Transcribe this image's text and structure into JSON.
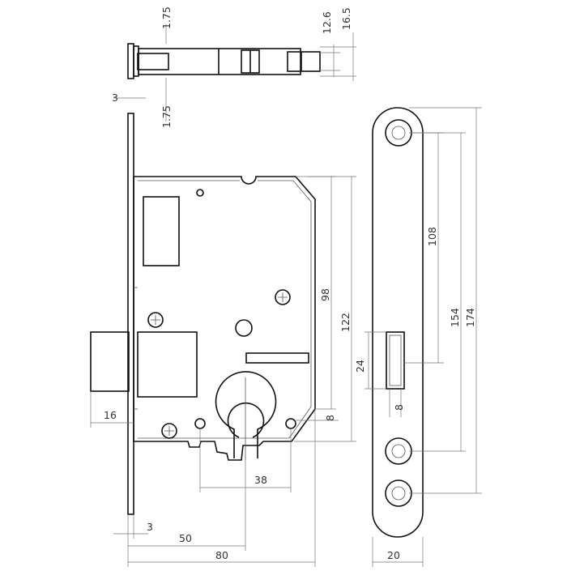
{
  "drawing": {
    "top_view": {
      "dims": [
        "1.75",
        "12.6",
        "16.5",
        "3",
        "1.75"
      ]
    },
    "front_view": {
      "dims": [
        "98",
        "122",
        "8",
        "16",
        "38",
        "3",
        "50",
        "80"
      ]
    },
    "strike_plate": {
      "dims": [
        "108",
        "154",
        "174",
        "24",
        "8",
        "20"
      ]
    }
  },
  "colors": {
    "line": "#111111",
    "dimension": "#777777",
    "text": "#333333"
  }
}
